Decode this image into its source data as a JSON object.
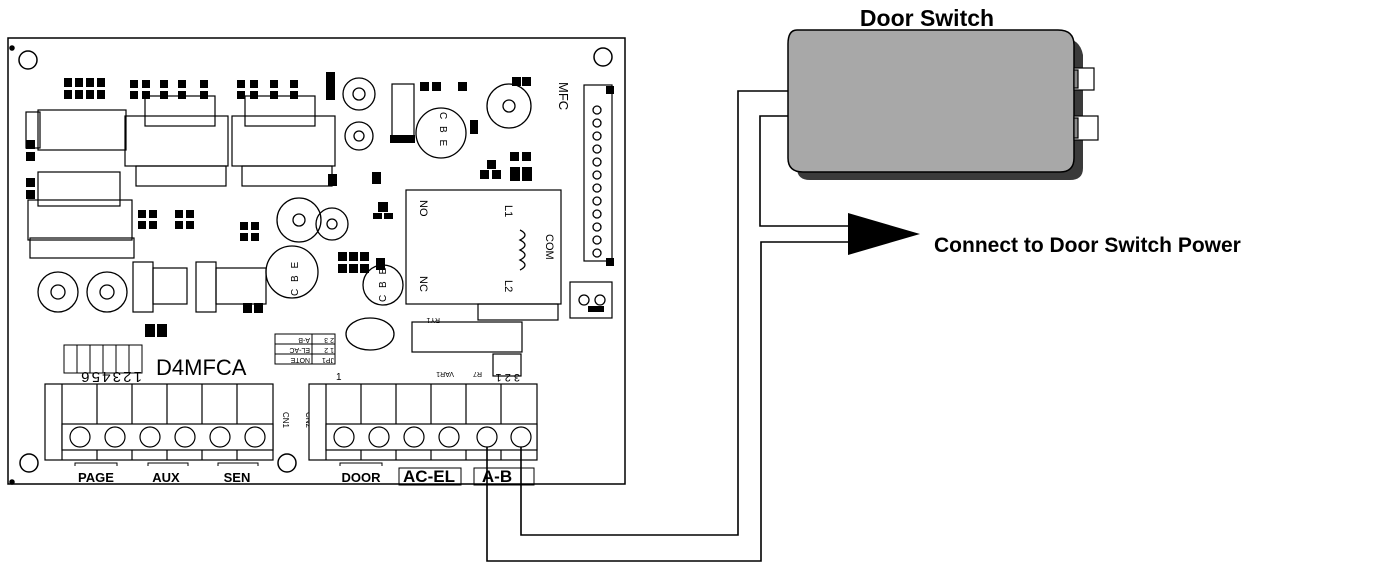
{
  "switch_title": "Door Switch",
  "connect_label": "Connect to Door Switch Power",
  "board": {
    "model": "D4MFCA",
    "cn1_terminals": "1 2 3 4 5 6",
    "terminal_groups": [
      "PAGE",
      "AUX",
      "SEN",
      "DOOR",
      "AC-EL",
      "A-B"
    ],
    "terminal_index": "1",
    "connectors": [
      "CN1",
      "CN2"
    ],
    "header_mfc": "MFC",
    "relay_labels": {
      "no": "NO",
      "nc": "NC",
      "com": "COM",
      "l1": "L1",
      "l2": "L2"
    },
    "jumper_table": {
      "col1": "JP1",
      "col2": "NOTE",
      "row1": "1 2",
      "row1v": "EL-AC",
      "row2": "2 3",
      "row2v": "A-B"
    },
    "jp1_pins": "3 2 1",
    "transistor_pins": "C B E",
    "var_labels": [
      "R7",
      "VAR1",
      "RY1"
    ]
  },
  "colors": {
    "switch_body": "#a8a8a8",
    "switch_shadow": "#3a3a3a",
    "wire": "#000000"
  }
}
